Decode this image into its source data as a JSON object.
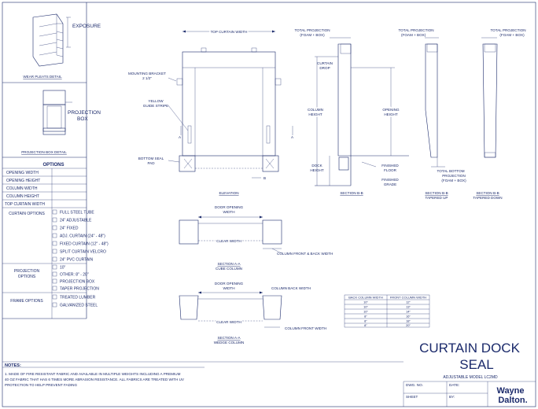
{
  "details": {
    "wear_pleats_label": "EXPOSURE",
    "wear_pleats_caption": "WEAR PLEATS DETAIL",
    "projection_box_label_1": "PROJECTION",
    "projection_box_label_2": "BOX",
    "projection_box_caption": "PROJECTION BOX DETAIL"
  },
  "options": {
    "header": "OPTIONS",
    "rows": [
      "OPENING WIDTH",
      "OPENING HEIGHT",
      "COLUMN WIDTH",
      "COLUMN HEIGHT",
      "TOP CURTAIN WIDTH"
    ],
    "curtain_label": "CURTAIN OPTIONS",
    "curtain_items": [
      "FULL STEEL TUBE",
      "24\" ADJUSTABLE",
      "24\" FIXED",
      "ADJ. CURTAIN (24\" - 48\")",
      "FIXED CURTAIN (12\" - 48\")",
      "SPLIT CURTAIN VELCRO",
      "24\" PVC CURTAIN"
    ],
    "projection_label_1": "PROJECTION",
    "projection_label_2": "OPTIONS",
    "projection_items": [
      "10\"",
      "OTHER: 8\" - 20\"",
      "PROJECTION BOX",
      "TAPER PROJECTION"
    ],
    "frame_label": "FRAME OPTIONS",
    "frame_items": [
      "TREATED LUMBER",
      "GALVANIZED STEEL"
    ]
  },
  "elevation": {
    "top_curtain_width": "TOP CURTAIN WIDTH",
    "mounting_bracket_1": "MOUNTING BRACKET",
    "mounting_bracket_2": "2 1/2\"",
    "yellow_1": "YELLOW",
    "yellow_2": "GUIDE STRIPE",
    "bottom_seal_1": "BOTTOM SEAL",
    "bottom_seal_2": "PAD",
    "a_left": "A",
    "a_right": "A",
    "b_mark": "B",
    "caption": "ELEVATION"
  },
  "section_bb": {
    "total_proj_1": "TOTAL PROJECTION",
    "total_proj_2": "(FOAM + BOX)",
    "curtain_drop_1": "CURTAIN",
    "curtain_drop_2": "DROP",
    "column_height_1": "COLUMN",
    "column_height_2": "HEIGHT",
    "opening_height_1": "OPENING",
    "opening_height_2": "HEIGHT",
    "dock_height_1": "DOCK",
    "dock_height_2": "HEIGHT",
    "finished_floor_1": "FINISHED",
    "finished_floor_2": "FLOOR",
    "finished_grade_1": "FINISHED",
    "finished_grade_2": "GRADE",
    "caption": "SECTION B-B"
  },
  "tapered_up": {
    "total_proj_1": "TOTAL PROJECTION",
    "total_proj_2": "(FOAM + BOX)",
    "bottom_proj_1": "TOTAL BOTTOM",
    "bottom_proj_2": "PROJECTION",
    "bottom_proj_3": "(FOAM + BOX)",
    "caption_1": "SECTION B-B",
    "caption_2": "TAPERED UP"
  },
  "tapered_down": {
    "total_proj_1": "TOTAL PROJECTION",
    "total_proj_2": "(FOAM + BOX)",
    "caption_1": "SECTION B-B",
    "caption_2": "TAPERED DOWN"
  },
  "section_aa_cube": {
    "door_opening_1": "DOOR OPENING",
    "door_opening_2": "WIDTH",
    "clear_width": "CLEAR WIDTH",
    "column_front_back": "COLUMN FRONT & BACK WIDTH",
    "caption_1": "SECTION A-A",
    "caption_2": "CUBE COLUMN"
  },
  "section_aa_wedge": {
    "door_opening_1": "DOOR OPENING",
    "door_opening_2": "WIDTH",
    "column_back": "COLUMN BACK WIDTH",
    "clear_width": "CLEAR WIDTH",
    "column_front": "COLUMN FRONT WIDTH",
    "caption_1": "SECTION A-A",
    "caption_2": "WEDGE COLUMN"
  },
  "table": {
    "headers": [
      "BACK COLUMN WIDTH",
      "FRONT COLUMN WIDTH"
    ],
    "rows": [
      [
        "10\"",
        "12\""
      ],
      [
        "10\"",
        "13\""
      ],
      [
        "10\"",
        "14\""
      ],
      [
        "8\"",
        "16\""
      ],
      [
        "8\"",
        "18\""
      ],
      [
        "8\"",
        "20\""
      ]
    ]
  },
  "title_block": {
    "title_1": "CURTAIN DOCK",
    "title_2": "SEAL",
    "model": "ADJUSTABLE MODEL LC2MD",
    "dwg_no": "DWG. NO.",
    "date": "DATE:",
    "sheet": "SHEET",
    "by": "BY:",
    "logo_1": "Wayne",
    "logo_2": "Dalton."
  },
  "notes": {
    "header": "NOTES:",
    "line_1": "1. MADE OF FIRE RESISTANT FABRIC AND AVAILABLE IN MULTIPLE WEIGHTS INCLUDING A PREMIUM",
    "line_2": "40 OZ FABRIC THAT HAS 6 TIMES MORE ABRASION RESISTANCE. ALL FABRICS ARE TREATED WITH UV",
    "line_3": "PROTECTION TO HELP PREVENT FADING"
  },
  "colors": {
    "ink": "#1b2a6b",
    "paper": "#ffffff"
  }
}
